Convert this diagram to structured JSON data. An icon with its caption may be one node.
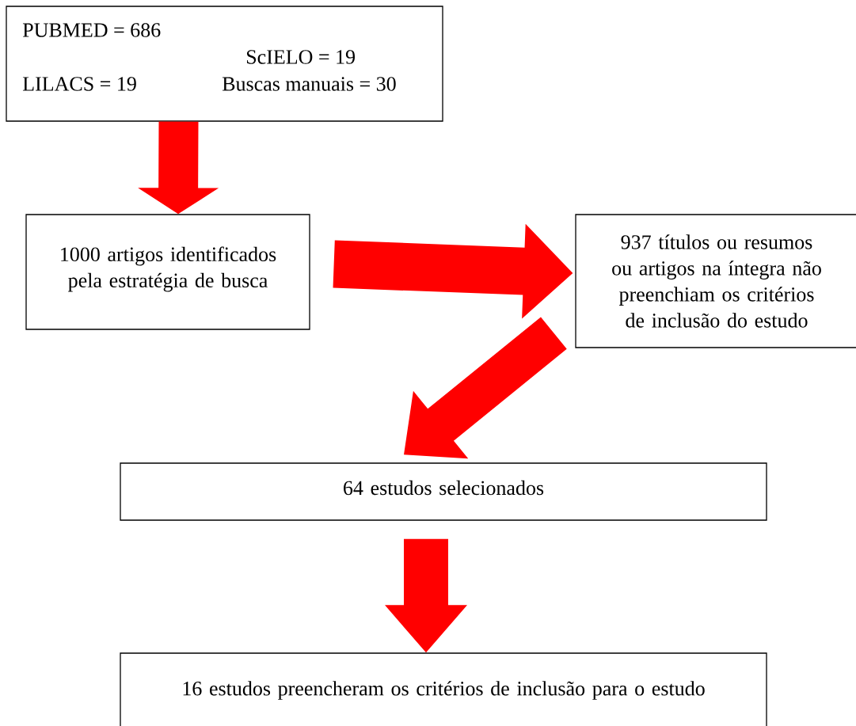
{
  "diagram": {
    "nodes": [
      {
        "text": [
          "PUBMED = 686",
          "LILACS = 19",
          "ScIELO = 19",
          "Buscas manuais = 30"
        ]
      },
      {
        "text": [
          "1000 artigos identificados pela estratégia de busca"
        ]
      },
      {
        "text": [
          "937 títulos ou resumos ou artigos na íntegra não preenchiam os critérios de inclusão do estudo"
        ]
      },
      {
        "text": [
          "64 estudos selecionados"
        ]
      },
      {
        "text": [
          "16 estudos preencheram os critérios de inclusão para o estudo"
        ]
      }
    ],
    "edges": [
      {
        "from": 0,
        "to": 1,
        "arrow": "to"
      },
      {
        "from": 1,
        "to": 2,
        "arrow": "to"
      },
      {
        "from": 2,
        "to": 3,
        "arrow": "to"
      },
      {
        "from": 3,
        "to": 4,
        "arrow": "to"
      }
    ]
  }
}
